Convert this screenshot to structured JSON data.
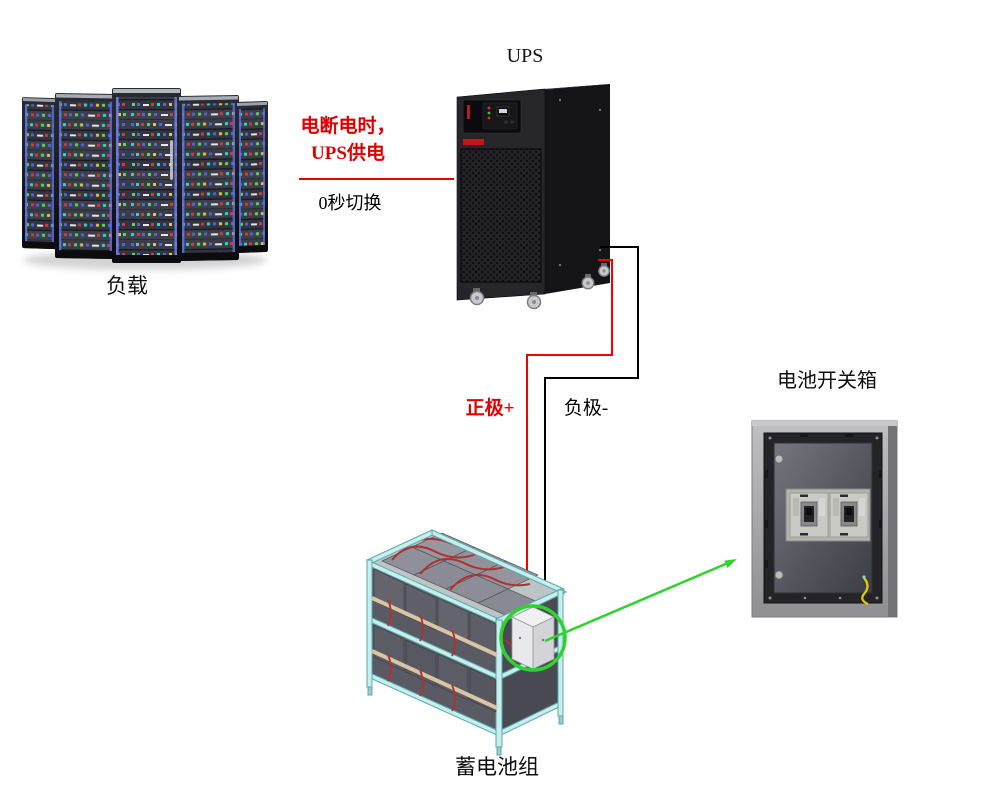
{
  "labels": {
    "ups_title": "UPS",
    "load_caption": "负载",
    "battery_caption": "蓄电池组",
    "switch_box_title": "电池开关箱",
    "positive": "正极+",
    "negative": "负极-",
    "power_fail_line1": "电断电时，",
    "power_fail_line2": "UPS供电",
    "switch_time": "0秒切换"
  },
  "colors": {
    "annotation_red": "#dd0000",
    "positive_wire": "#f40000",
    "negative_wire": "#000000",
    "highlight_green": "#2ed32e",
    "battery_frame_cyan": "#c2ecec",
    "cabinet_gray": "#b4b4b6"
  },
  "illustrations": {
    "server_racks": "five-server-cabinets-photo",
    "ups": "black-tower-ups-photo",
    "battery_rack": "isometric-battery-rack-cad-drawing",
    "switch_box": "breaker-cabinet-photo"
  }
}
